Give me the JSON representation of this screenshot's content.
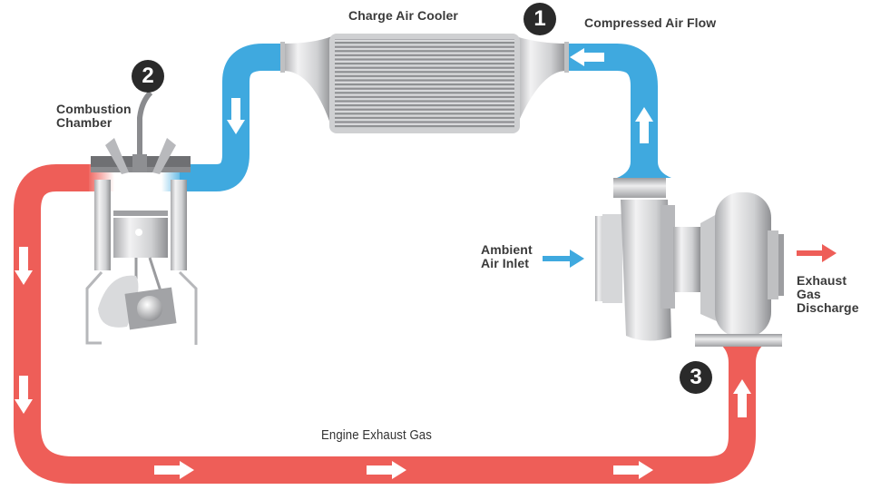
{
  "diagram": {
    "title": "Turbocharger Air and Exhaust Flow",
    "colors": {
      "compressed_air": "#3fa9df",
      "exhaust": "#ee5e58",
      "metal": "#c8c9cb",
      "badge": "#2a2a2a",
      "text": "#3a3a3a"
    },
    "labels": {
      "charge_air_cooler": "Charge Air Cooler",
      "compressed_air_flow": "Compressed Air Flow",
      "combustion_chamber": [
        "Combustion",
        "Chamber"
      ],
      "ambient_air_inlet": [
        "Ambient",
        "Air Inlet"
      ],
      "exhaust_gas_discharge": [
        "Exhaust",
        "Gas",
        "Discharge"
      ],
      "engine_exhaust_gas": "Engine Exhaust Gas"
    },
    "steps": [
      {
        "number": "1",
        "refers_to": "Compressed Air Flow"
      },
      {
        "number": "2",
        "refers_to": "Combustion Chamber"
      },
      {
        "number": "3",
        "refers_to": "Engine Exhaust Gas"
      }
    ],
    "flow_arrows": {
      "compressed_air": [
        "up",
        "left",
        "down"
      ],
      "ambient_inlet": [
        "right"
      ],
      "exhaust": [
        "down",
        "down",
        "right",
        "right",
        "right",
        "up"
      ],
      "discharge": [
        "right"
      ]
    }
  }
}
